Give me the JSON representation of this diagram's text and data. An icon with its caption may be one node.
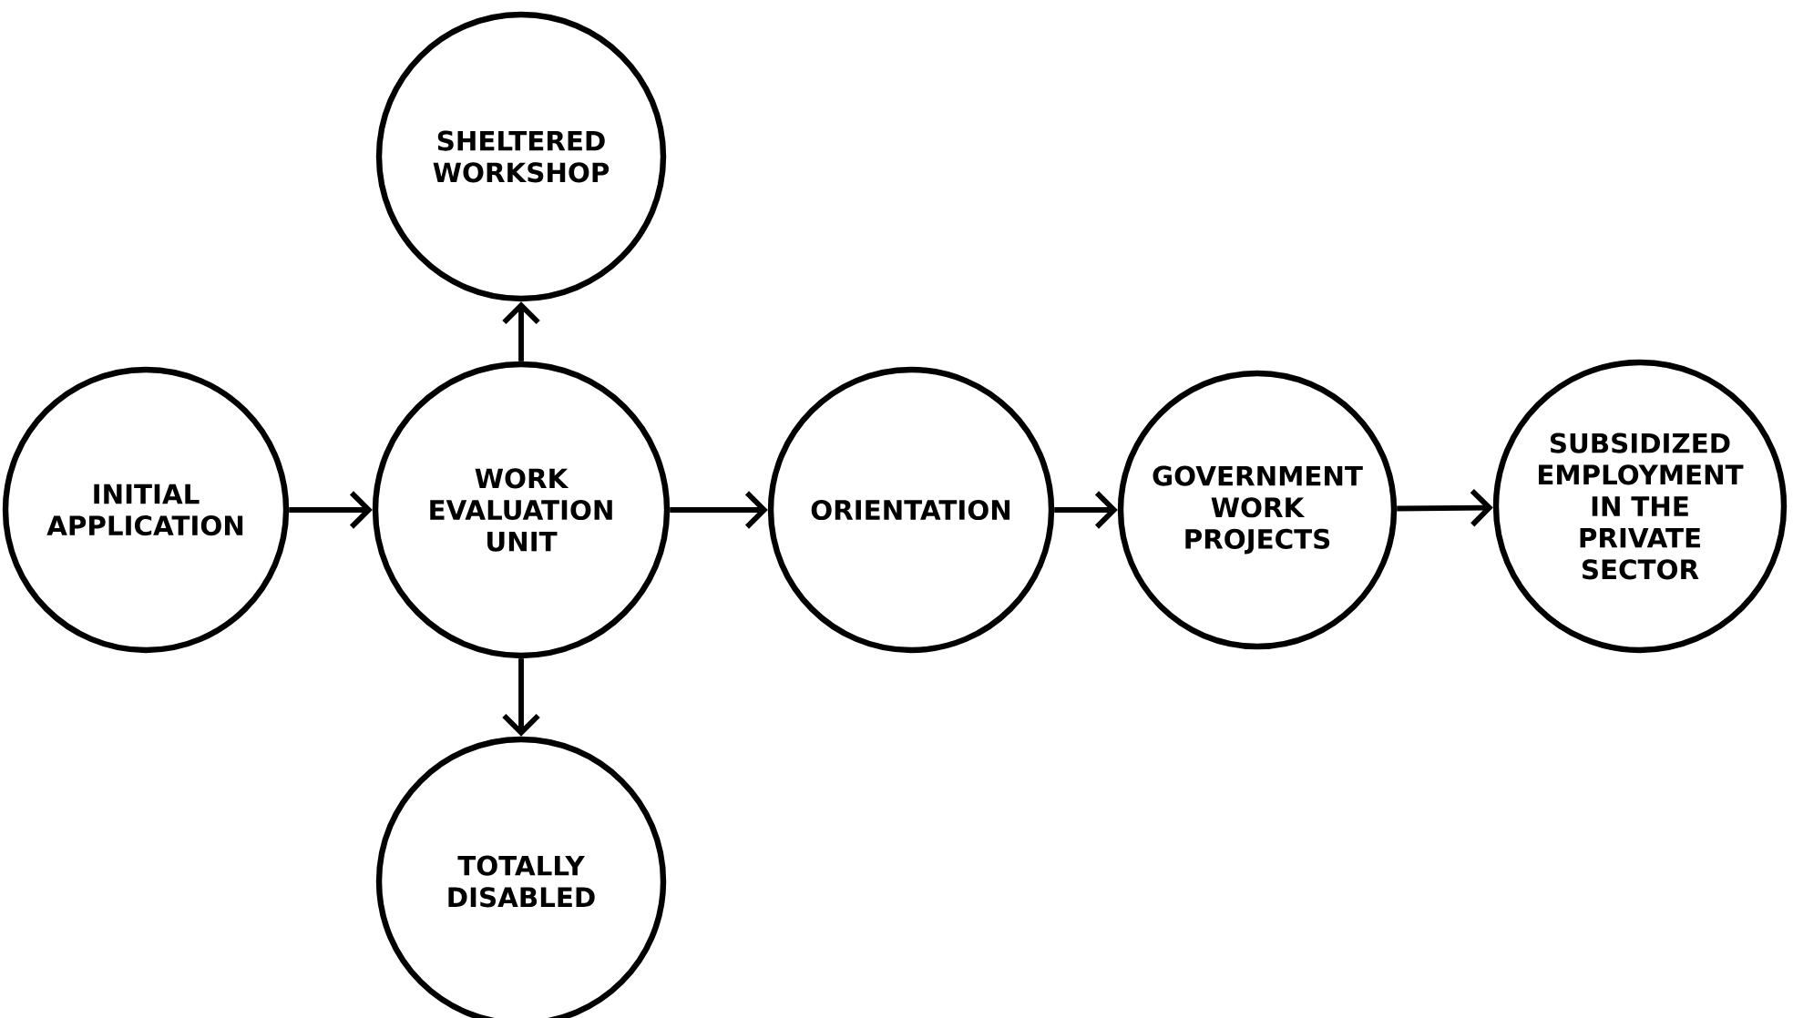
{
  "diagram": {
    "nodes": [
      {
        "text": [
          "SHELTERED WORKSHOP"
        ]
      },
      {
        "text": [
          "INITIAL APPLICATION"
        ]
      },
      {
        "text": [
          "WORK EVALUATION UNIT"
        ]
      },
      {
        "text": [
          "ORIENTATION"
        ]
      },
      {
        "text": [
          "GOVERNMENT WORK PROJECTS"
        ]
      },
      {
        "text": [
          "SUBSIDIZED EMPLOYMENT IN THE PRIVATE SECTOR"
        ]
      },
      {
        "text": [
          "TOTALLY DISABLED"
        ]
      }
    ],
    "edges": [
      {
        "from": 1,
        "to": 2,
        "arrow": "to"
      },
      {
        "from": 2,
        "to": 0,
        "arrow": "to"
      },
      {
        "from": 2,
        "to": 6,
        "arrow": "to"
      },
      {
        "from": 2,
        "to": 3,
        "arrow": "to"
      },
      {
        "from": 3,
        "to": 4,
        "arrow": "to"
      },
      {
        "from": 4,
        "to": 5,
        "arrow": "to"
      }
    ]
  }
}
